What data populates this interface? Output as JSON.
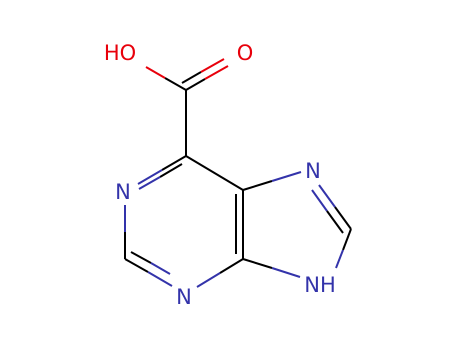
{
  "atoms": {
    "hydroxyl": "HO",
    "carbonyl_oxygen": "O",
    "n1": "N",
    "n3": "N",
    "n7": "N",
    "n9": "NH"
  },
  "colors": {
    "background": "#ffffff",
    "carbon_bond": "#000000",
    "nitrogen": "#3333aa",
    "oxygen": "#e8000b"
  }
}
